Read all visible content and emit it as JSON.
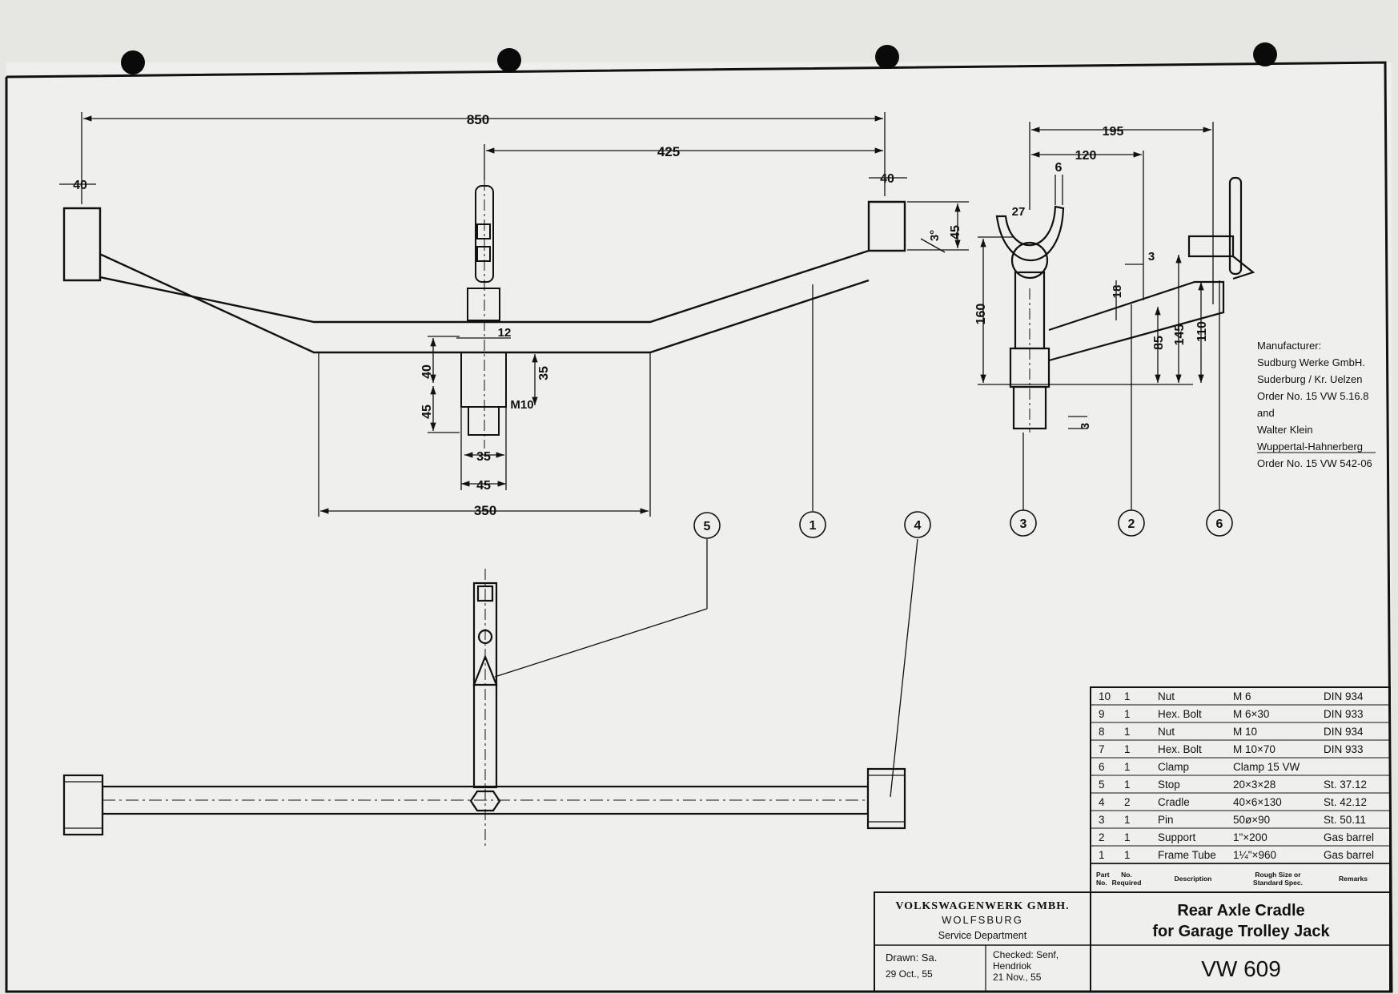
{
  "dimensions": {
    "overall_length": "850",
    "half_length": "425",
    "tube_left": "40",
    "tube_right": "40",
    "bend_width": "350",
    "angle": "3°",
    "tube_height": "45",
    "clamp_gap": "12",
    "pin_len_a": "40",
    "pin_len_b": "35",
    "pin_len_c": "45",
    "bolt": "M10",
    "pin_dia_a": "35",
    "pin_dia_b": "45",
    "side_195": "195",
    "side_120": "120",
    "side_6": "6",
    "side_27": "27",
    "side_3a": "3",
    "side_18": "18",
    "side_160": "160",
    "side_85": "85",
    "side_145": "145",
    "side_110": "110",
    "side_3b": "3"
  },
  "balloons": [
    "1",
    "2",
    "3",
    "4",
    "5",
    "6"
  ],
  "manufacturer": [
    "Manufacturer:",
    "Sudburg Werke GmbH.",
    "Suderburg / Kr. Uelzen",
    "Order No. 15 VW 5.16.8",
    "and",
    "Walter Klein",
    "Wuppertal-Hahnerberg",
    "Order No. 15 VW 542-06"
  ],
  "parts_list": {
    "rows": [
      {
        "no": "10",
        "qty": "1",
        "desc": "Nut",
        "size": "M 6",
        "rem": "DIN 934"
      },
      {
        "no": "9",
        "qty": "1",
        "desc": "Hex. Bolt",
        "size": "M 6×30",
        "rem": "DIN 933"
      },
      {
        "no": "8",
        "qty": "1",
        "desc": "Nut",
        "size": "M 10",
        "rem": "DIN 934"
      },
      {
        "no": "7",
        "qty": "1",
        "desc": "Hex. Bolt",
        "size": "M 10×70",
        "rem": "DIN 933"
      },
      {
        "no": "6",
        "qty": "1",
        "desc": "Clamp",
        "size": "Clamp 15 VW",
        "rem": ""
      },
      {
        "no": "5",
        "qty": "1",
        "desc": "Stop",
        "size": "20×3×28",
        "rem": "St. 37.12"
      },
      {
        "no": "4",
        "qty": "2",
        "desc": "Cradle",
        "size": "40×6×130",
        "rem": "St. 42.12"
      },
      {
        "no": "3",
        "qty": "1",
        "desc": "Pin",
        "size": "50ø×90",
        "rem": "St. 50.11"
      },
      {
        "no": "2",
        "qty": "1",
        "desc": "Support",
        "size": "1\"×200",
        "rem": "Gas barrel"
      },
      {
        "no": "1",
        "qty": "1",
        "desc": "Frame Tube",
        "size": "1¼\"×960",
        "rem": "Gas barrel"
      }
    ],
    "header": {
      "part_no_1": "Part",
      "part_no_2": "No.",
      "qty_1": "No.",
      "qty_2": "Required",
      "desc": "Description",
      "size_1": "Rough Size or",
      "size_2": "Standard Spec.",
      "rem": "Remarks"
    }
  },
  "title_block": {
    "company": "VOLKSWAGENWERK GMBH.",
    "city": "WOLFSBURG",
    "department": "Service Department",
    "drawn_1": "Drawn: Sa.",
    "drawn_2": "29 Oct., 55",
    "checked_1": "Checked: Senf,",
    "checked_2": "Hendriok",
    "checked_3": "21 Nov., 55",
    "title_1": "Rear Axle Cradle",
    "title_2": "for Garage Trolley Jack",
    "drawing_no": "VW 609"
  }
}
